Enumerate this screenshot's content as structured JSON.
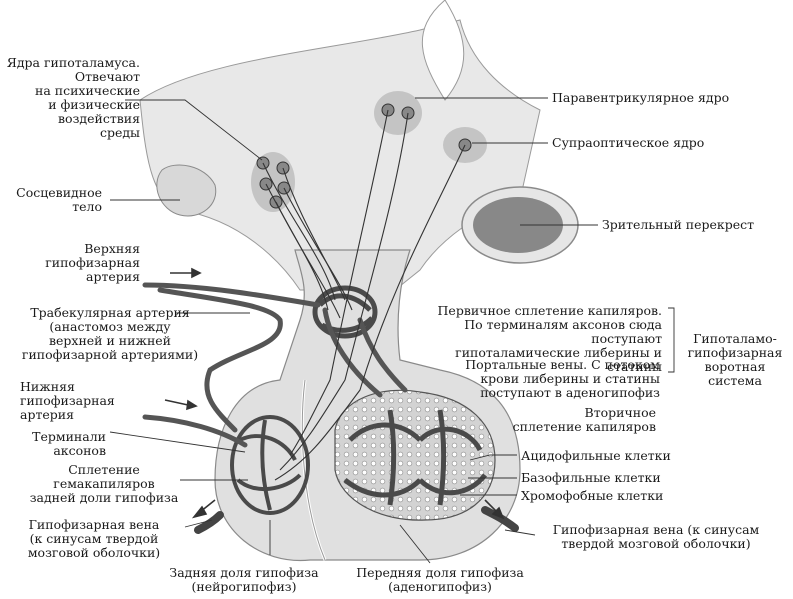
{
  "labels": {
    "hypothalamic_nuclei": "Ядра гипоталамуса.\nОтвечают\nна психические\nи физические\nвоздействия\nсреды",
    "mammillary_body": "Сосцевидное\nтело",
    "superior_artery": "Верхняя\nгипофизарная\nартерия",
    "trabecular_artery": "Трабекулярная артерия\n(анастомоз между\nверхней и нижней\nгипофизарной артериями)",
    "inferior_artery": "Нижняя\nгипофизарная\nартерия",
    "axon_terminals": "Терминали\nаксонов",
    "posterior_plexus": "Сплетение\nгемакапиляров\nзадней доли гипофиза",
    "hypophyseal_vein_left": "Гипофизарная вена\n(к синусам твердой\nмозговой оболочки)",
    "posterior_lobe": "Задняя доля гипофиза\n(нейрогипофиз)",
    "anterior_lobe": "Передняя доля гипофиза\n(аденогипофиз)",
    "paraventricular": "Паравентрикулярное ядро",
    "supraoptic": "Супраоптическое ядро",
    "optic_chiasm": "Зрительный перекрест",
    "primary_plexus": "Первичное сплетение капиляров.\nПо терминалям аксонов сюда поступают\nгипоталамические либерины и статины",
    "portal_veins": "Портальные вены. С потоком\nкрови либерины и статины\nпоступают в аденогипофиз",
    "secondary_plexus": "Вторичное\nсплетение капиляров",
    "portal_system": "Гипоталамо-\nгипофизарная\nворотная\nсистема",
    "acidophilic": "Ацидофильные клетки",
    "basophilic": "Базофильные клетки",
    "chromophobic": "Хромофобные клетки",
    "hypophyseal_vein_right": "Гипофизарная вена (к синусам\nтвердой мозговой оболочки)"
  }
}
